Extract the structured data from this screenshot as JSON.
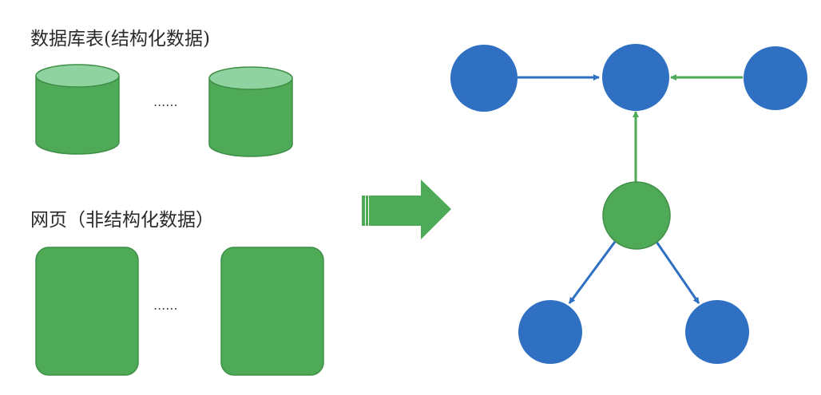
{
  "structured": {
    "label": "数据库表(结构化数据)",
    "ellipsis": "......"
  },
  "unstructured": {
    "label": "网页（非结构化数据）",
    "ellipsis": "......"
  },
  "colors": {
    "green": "#4eaa57",
    "green_top": "#8ed3a0",
    "blue": "#2f70c2",
    "green_edge": "#3f8f47"
  },
  "graph": {
    "nodes": [
      {
        "id": "n1",
        "color": "blue"
      },
      {
        "id": "n2",
        "color": "blue"
      },
      {
        "id": "n3",
        "color": "blue"
      },
      {
        "id": "n4",
        "color": "green"
      },
      {
        "id": "n5",
        "color": "blue"
      },
      {
        "id": "n6",
        "color": "blue"
      }
    ],
    "edges": [
      {
        "from": "n1",
        "to": "n2",
        "color": "blue"
      },
      {
        "from": "n3",
        "to": "n2",
        "color": "green"
      },
      {
        "from": "n4",
        "to": "n2",
        "color": "green"
      },
      {
        "from": "n4",
        "to": "n5",
        "color": "blue"
      },
      {
        "from": "n4",
        "to": "n6",
        "color": "blue"
      }
    ]
  }
}
